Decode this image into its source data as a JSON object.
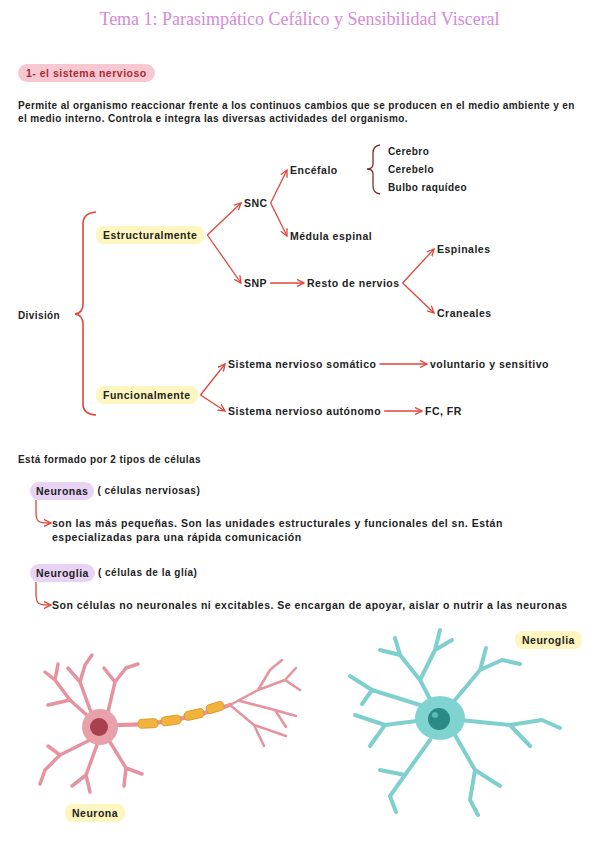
{
  "diagram": {
    "title": "Tema 1: Parasimpático Cefálico y Sensibilidad Visceral",
    "nodes": [
      {
        "text": [
          "1- el sistema nervioso"
        ]
      },
      {
        "text": [
          "Estructuralmente"
        ]
      },
      {
        "text": [
          "SNC"
        ]
      },
      {
        "text": [
          "Encéfalo"
        ]
      },
      {
        "text": [
          "Médula espinal"
        ]
      },
      {
        "text": [
          "SNP"
        ]
      },
      {
        "text": [
          "Resto de nervios"
        ]
      },
      {
        "text": [
          "Espinales"
        ]
      },
      {
        "text": [
          "Craneales"
        ]
      },
      {
        "text": [
          "Funcionalmente"
        ]
      },
      {
        "text": [
          "Sistema nervioso somático"
        ]
      },
      {
        "text": [
          "voluntario y sensitivo"
        ]
      },
      {
        "text": [
          "Sistema nervioso autónomo"
        ]
      },
      {
        "text": [
          "FC, FR"
        ]
      },
      {
        "text": [
          "Neuronas",
          "( células nerviosas)"
        ]
      },
      {
        "text": [
          "son las más pequeñas. Son las unidades estructurales y funcionales del sn. Están especializadas para una rápida comunicación"
        ]
      },
      {
        "text": [
          "Neuroglia",
          "( células de la glía)"
        ]
      },
      {
        "text": [
          "Son células no neuronales ni excitables. Se encargan de apoyar, aislar o nutrir a las neuronas"
        ]
      },
      {
        "text": [
          "Neuroglia"
        ]
      },
      {
        "text": [
          "Neurona"
        ]
      }
    ],
    "edges": [
      {
        "from": 1,
        "to": 2,
        "arrow": "to"
      },
      {
        "from": 1,
        "to": 5,
        "arrow": "to"
      },
      {
        "from": 2,
        "to": 3,
        "arrow": "to"
      },
      {
        "from": 2,
        "to": 4,
        "arrow": "to"
      },
      {
        "from": 5,
        "to": 6,
        "arrow": "to"
      },
      {
        "from": 6,
        "to": 7,
        "arrow": "to"
      },
      {
        "from": 6,
        "to": 8,
        "arrow": "to"
      },
      {
        "from": 9,
        "to": 10,
        "arrow": "to"
      },
      {
        "from": 9,
        "to": 12,
        "arrow": "to"
      },
      {
        "from": 10,
        "to": 11,
        "arrow": "to"
      },
      {
        "from": 12,
        "to": 13,
        "arrow": "to"
      },
      {
        "from": 14,
        "to": 15,
        "arrow": "to"
      },
      {
        "from": 16,
        "to": 17,
        "arrow": "to"
      }
    ],
    "labels": [
      "Permite al organismo reaccionar frente a los continuos cambios que se producen en el medio ambiente y en el medio interno. Controla e integra las diversas actividades del organismo.",
      "División",
      "Cerebro",
      "Cerebelo",
      "Bulbo raquídeo",
      "Está formado por 2 tipos de células"
    ]
  }
}
